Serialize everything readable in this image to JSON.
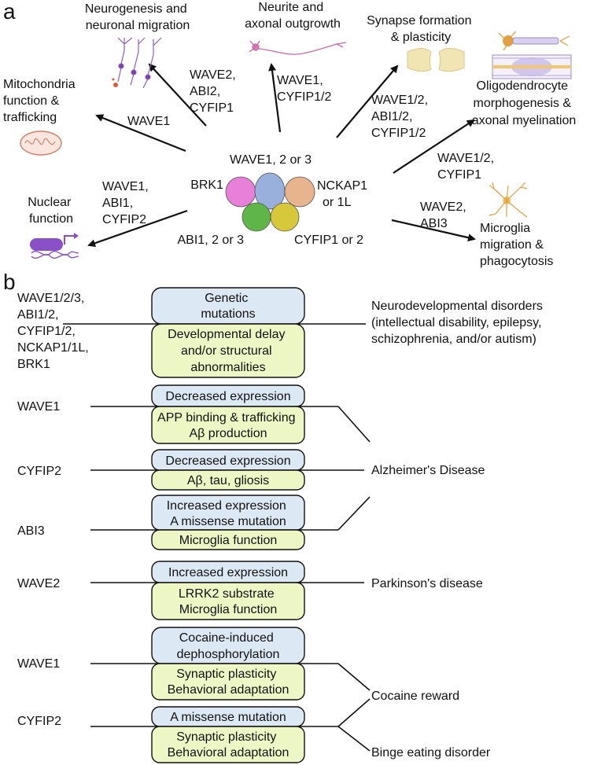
{
  "panel_a": {
    "letter": "a",
    "complex": {
      "brk1": "BRK1",
      "wave": "WAVE1, 2 or 3",
      "nckap1_l1": "NCKAP1",
      "nckap1_l2": "or 1L",
      "abi": "ABI1, 2 or 3",
      "cyfip": "CYFIP1 or 2"
    },
    "functions": {
      "neurogenesis": [
        "Neurogenesis and",
        "neuronal migration"
      ],
      "neurite": [
        "Neurite and",
        "axonal outgrowth"
      ],
      "synapse": [
        "Synapse formation",
        "& plasticity"
      ],
      "oligo": [
        "Oligodendrocyte",
        "morphogenesis &",
        "axonal myelination"
      ],
      "mito": [
        "Mitochondria",
        "function &",
        "trafficking"
      ],
      "nuclear": [
        "Nuclear",
        "function"
      ],
      "microglia": [
        "Microglia",
        "migration &",
        "phagocytosis"
      ]
    },
    "arrow_labels": {
      "neurogenesis": [
        "WAVE2,",
        "ABI2,",
        "CYFIP1"
      ],
      "neurite": [
        "WAVE1,",
        "CYFIP1/2"
      ],
      "synapse": [
        "WAVE1/2,",
        "ABI1/2,",
        "CYFIP1/2"
      ],
      "oligo": [
        "WAVE1/2,",
        "CYFIP1"
      ],
      "mito": [
        "WAVE1"
      ],
      "nuclear": [
        "WAVE1,",
        "ABI1,",
        "CYFIP2"
      ],
      "microglia": [
        "WAVE2,",
        "ABI3"
      ]
    }
  },
  "panel_b": {
    "letter": "b",
    "rows": [
      {
        "genes": [
          "WAVE1/2/3,",
          "ABI1/2,",
          "CYFIP1/2,",
          "NCKAP1/1L,",
          "BRK1"
        ],
        "top": [
          "Genetic",
          "mutations"
        ],
        "bottom": [
          "Developmental delay",
          "and/or structural",
          "abnormalities"
        ]
      },
      {
        "genes": [
          "WAVE1"
        ],
        "top": [
          "Decreased expression"
        ],
        "bottom": [
          "APP binding & trafficking",
          "Aβ production"
        ]
      },
      {
        "genes": [
          "CYFIP2"
        ],
        "top": [
          "Decreased expression"
        ],
        "bottom": [
          "Aβ, tau, gliosis"
        ]
      },
      {
        "genes": [
          "ABI3"
        ],
        "top": [
          "Increased expression",
          "A missense mutation"
        ],
        "bottom": [
          "Microglia function"
        ]
      },
      {
        "genes": [
          "WAVE2"
        ],
        "top": [
          "Increased expression"
        ],
        "bottom": [
          "LRRK2 substrate",
          "Microglia function"
        ]
      },
      {
        "genes": [
          "WAVE1"
        ],
        "top": [
          "Cocaine-induced",
          "dephosphorylation"
        ],
        "bottom": [
          "Synaptic plasticity",
          "Behavioral adaptation"
        ]
      },
      {
        "genes": [
          "CYFIP2"
        ],
        "top": [
          "A missense mutation"
        ],
        "bottom": [
          "Synaptic plasticity",
          "Behavioral adaptation"
        ]
      }
    ],
    "outcomes": {
      "neurodevelopmental": [
        "Neurodevelopmental disorders",
        "(intellectual disability, epilepsy,",
        "schizophrenia, and/or autism)"
      ],
      "alzheimers": "Alzheimer's Disease",
      "parkinsons": "Parkinson's disease",
      "cocaine": "Cocaine reward",
      "binge": "Binge eating disorder"
    }
  },
  "colors": {
    "box_top": "#dce9f4",
    "box_bottom": "#edf7c5",
    "brk1": "#e87fd8",
    "wave": "#9ab0dc",
    "nckap1": "#e8b48e",
    "abi": "#5fb548",
    "cyfip": "#d6c83a"
  }
}
